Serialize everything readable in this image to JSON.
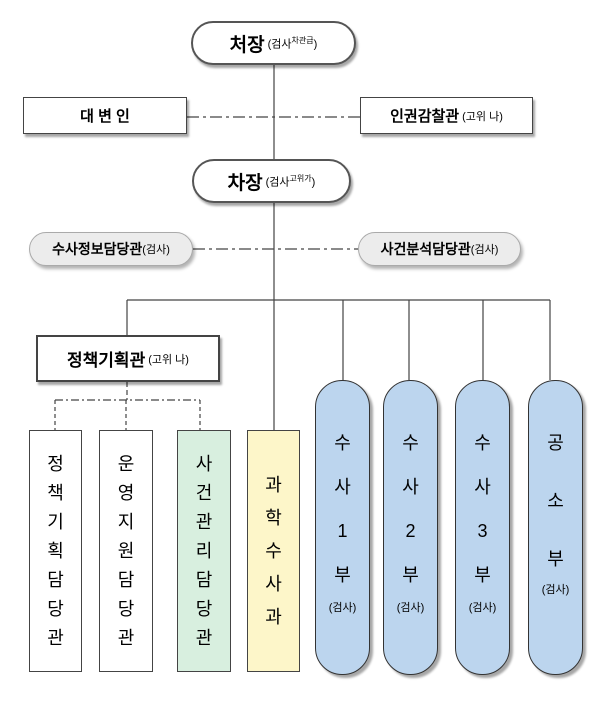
{
  "chief": {
    "title": "처장",
    "note": "(검사",
    "note_sup": "차관급",
    "note_end": ")"
  },
  "counsel": {
    "title": "대 변 인"
  },
  "human_rights": {
    "title": "인권감찰관",
    "note": "(고위 나)"
  },
  "deputy": {
    "title": "차장",
    "note": "(검사",
    "note_sup": "고위가",
    "note_end": ")"
  },
  "investigation_info": {
    "title": "수사정보담당관",
    "note": "(검사)"
  },
  "case_analysis": {
    "title": "사건분석담당관",
    "note": "(검사)"
  },
  "policy_planning": {
    "title": "정책기획관",
    "note": "(고위 나)"
  },
  "units": [
    {
      "chars": [
        "정",
        "책",
        "기",
        "획",
        "담",
        "당",
        "관"
      ],
      "fill": "#ffffff"
    },
    {
      "chars": [
        "운",
        "영",
        "지",
        "원",
        "담",
        "당",
        "관"
      ],
      "fill": "#ffffff"
    },
    {
      "chars": [
        "사",
        "건",
        "관",
        "리",
        "담",
        "당",
        "관"
      ],
      "fill": "#d8efdf"
    },
    {
      "chars": [
        "과",
        "학",
        "수",
        "사",
        "과"
      ],
      "fill": "#fdf6c9"
    }
  ],
  "departments": [
    {
      "chars": [
        "수",
        "사",
        "1",
        "부"
      ],
      "note": "(검사)"
    },
    {
      "chars": [
        "수",
        "사",
        "2",
        "부"
      ],
      "note": "(검사)"
    },
    {
      "chars": [
        "수",
        "사",
        "3",
        "부"
      ],
      "note": "(검사)"
    },
    {
      "chars": [
        "공",
        "소",
        "부"
      ],
      "note": "(검사)"
    }
  ],
  "colors": {
    "line": "#444444",
    "department_fill": "#bcd5ee"
  }
}
